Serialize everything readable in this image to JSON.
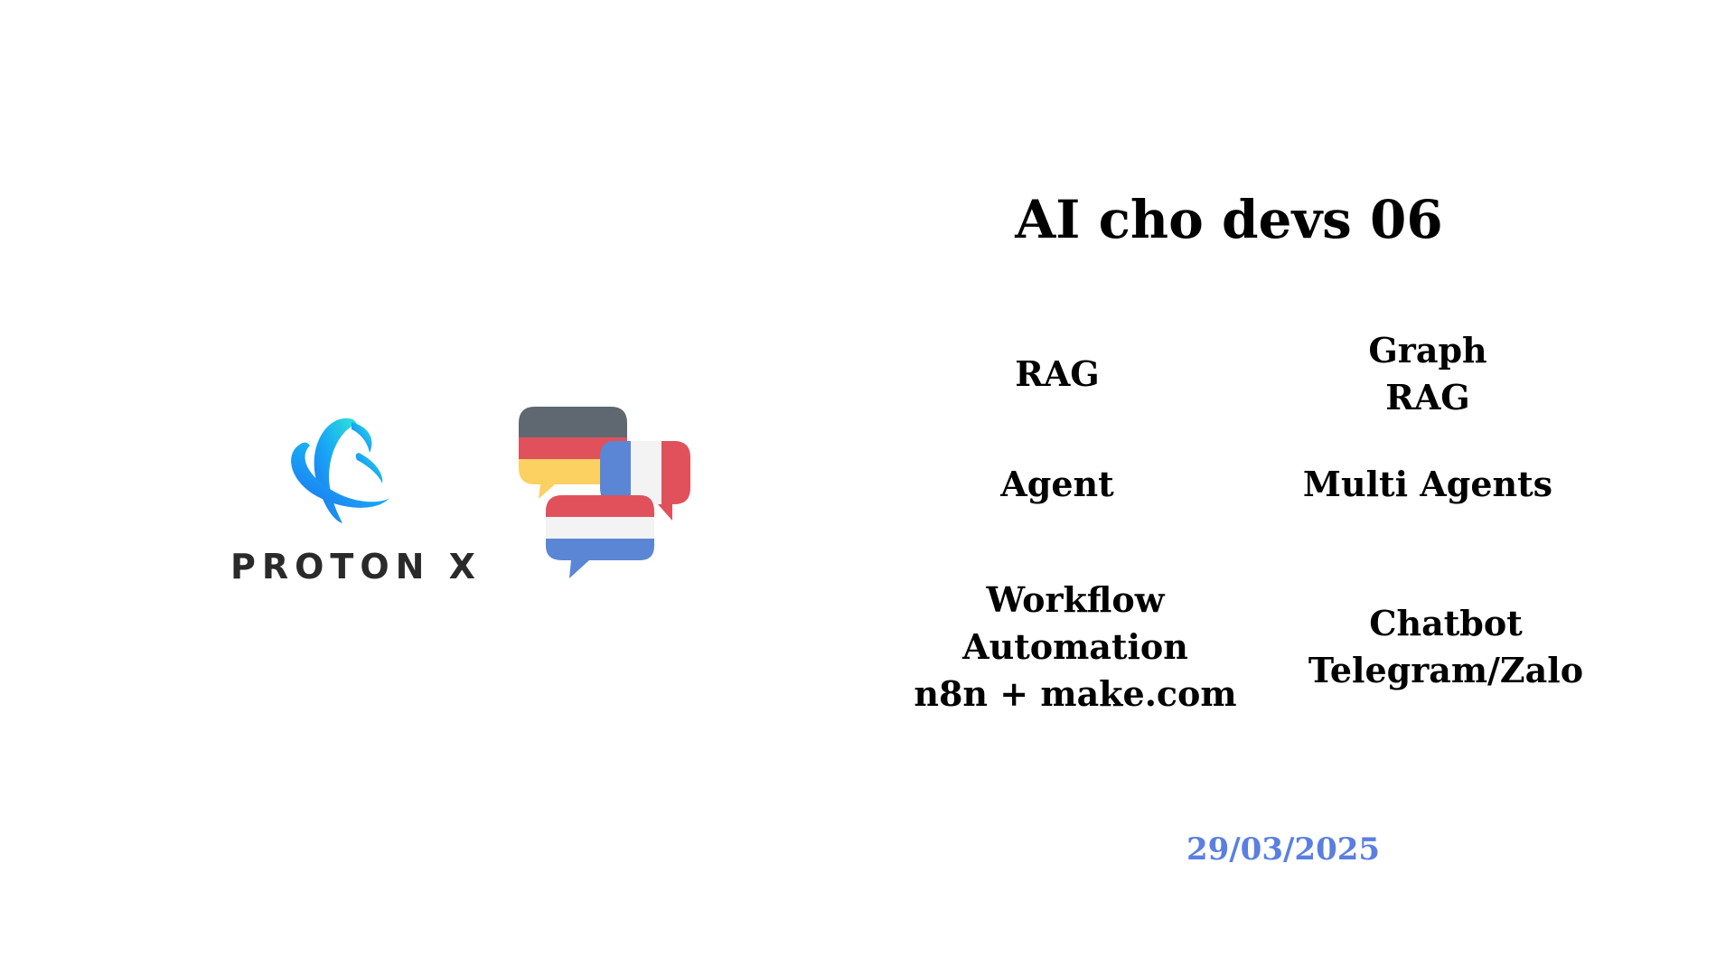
{
  "slide": {
    "title": "AI cho devs 06",
    "logo_text": "PROTON X",
    "topics": {
      "rag": [
        "RAG"
      ],
      "graph_rag": [
        "Graph",
        "RAG"
      ],
      "agent": [
        "Agent"
      ],
      "multi_agents": [
        "Multi Agents"
      ],
      "workflow": [
        "Workflow",
        "Automation",
        "n8n + make.com"
      ],
      "chatbot": [
        "Chatbot",
        "Telegram/Zalo"
      ]
    },
    "date": "29/03/2025"
  },
  "colors": {
    "background": "#ffffff",
    "text": "#000000",
    "date": "#5b7fe0",
    "logo_text": "#2a2a2a",
    "logo_gradient_start": "#1e6cf0",
    "logo_gradient_end": "#2ee6d6"
  },
  "icons": {
    "logo": "proton-x-logo-icon",
    "bubbles": "language-chat-bubbles-icon"
  }
}
